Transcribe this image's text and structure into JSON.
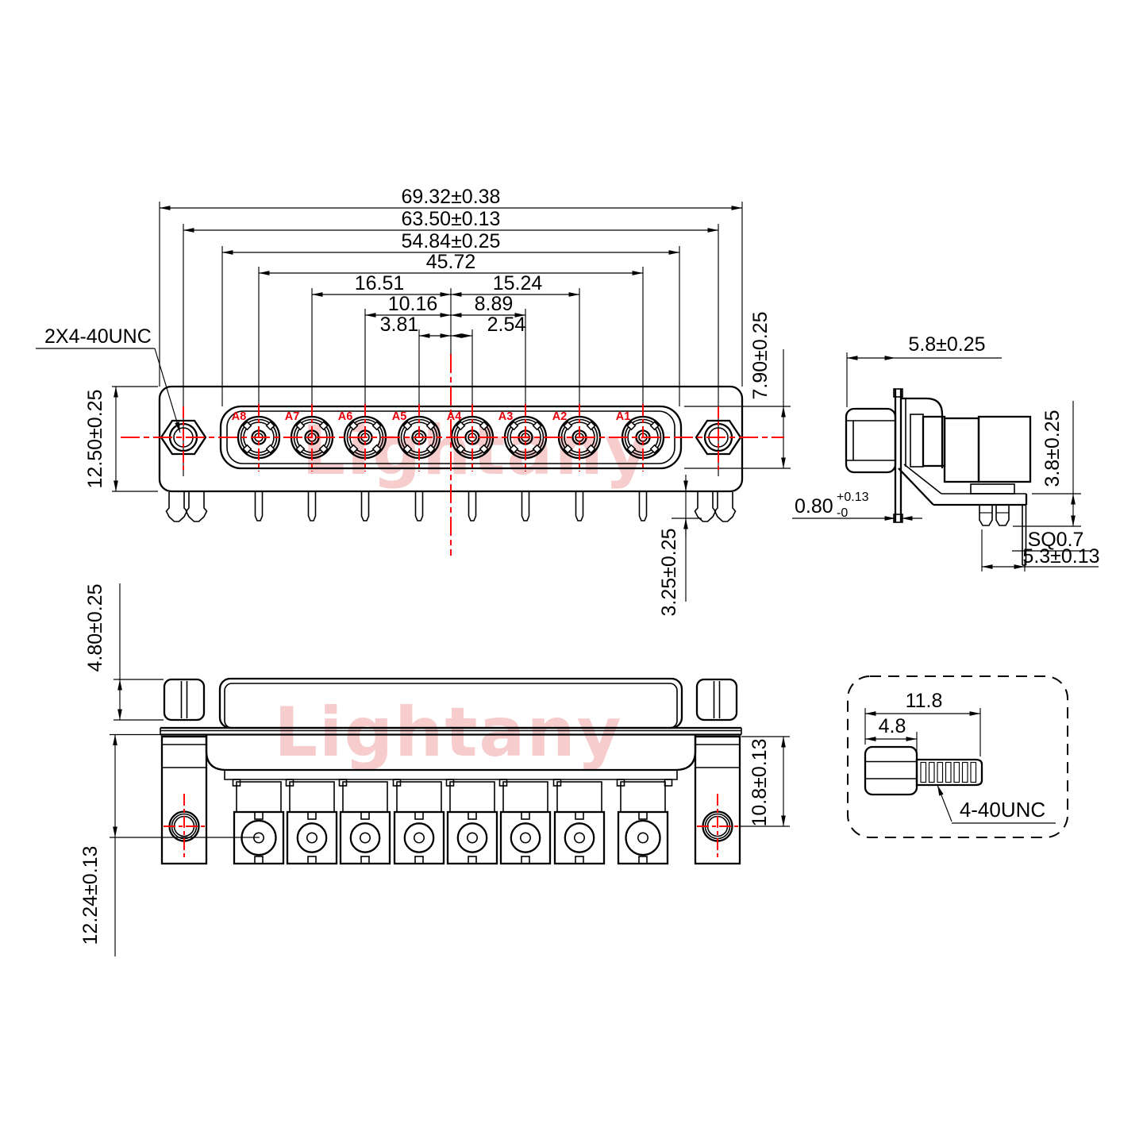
{
  "colors": {
    "line": "#000000",
    "centerline": "#ff0000",
    "contact_label": "#e8000b",
    "watermark": "#f3bcbc",
    "background": "#ffffff"
  },
  "watermark_text": "Lightany",
  "front_view": {
    "label_thread": "2X4-40UNC",
    "contact_labels": [
      "A8",
      "A7",
      "A6",
      "A5",
      "A4",
      "A3",
      "A2",
      "A1"
    ],
    "dims": {
      "overall_width": "69.32±0.38",
      "mounting_pitch": "63.50±0.13",
      "shroud_width": "54.84±0.25",
      "contact_row_span": "45.72",
      "offset_a7": "16.51",
      "offset_a2": "15.24",
      "offset_a6": "10.16",
      "offset_a3": "8.89",
      "offset_a5": "3.81",
      "offset_a4": "2.54",
      "body_height": "12.50±0.25",
      "shroud_height": "7.90±0.25",
      "pin_protrusion": "3.25±0.25"
    }
  },
  "side_view": {
    "dims": {
      "front_depth": "5.8±0.25",
      "flange_thickness": "0.80",
      "flange_tol_plus": "+0.13",
      "flange_tol_minus": "-0",
      "bracket_height": "3.8±0.25",
      "pin_square": "SQ0.7",
      "pin_offset": "5.3±0.13"
    }
  },
  "bottom_view": {
    "dims": {
      "nut_height": "4.80±0.25",
      "contact_depth": "12.24±0.13",
      "hole_depth": "10.8±0.13"
    }
  },
  "screw_detail": {
    "dims": {
      "total_length": "11.8",
      "head_length": "4.8"
    },
    "label_thread": "4-40UNC"
  }
}
